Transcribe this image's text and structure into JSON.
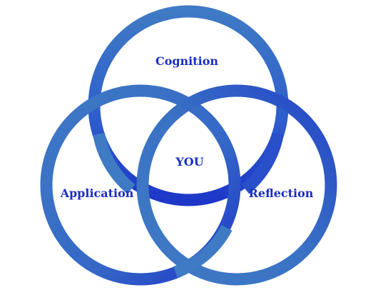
{
  "diagram": {
    "labels": {
      "top": "Cognition",
      "left": "Application",
      "right": "Reflection",
      "center": "YOU"
    },
    "colors": {
      "ring": "#3f7ac4",
      "ring_shade": "#1e37c8",
      "label": "#1a2fc7",
      "background": "#ffffff"
    }
  }
}
